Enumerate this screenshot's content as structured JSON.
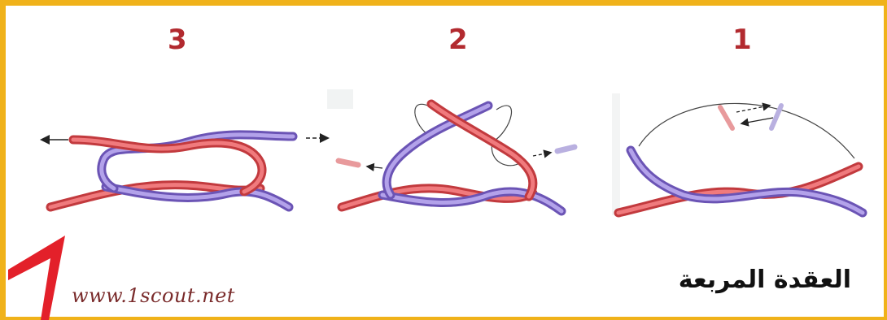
{
  "steps": [
    {
      "number": "3"
    },
    {
      "number": "2"
    },
    {
      "number": "1"
    }
  ],
  "title": "العقدة المربعة",
  "watermark": "www.1scout.net",
  "colors": {
    "frame": "#f0b21a",
    "rope_red": "#e5484d",
    "rope_blue": "#8a6fcf",
    "step_number": "#b22a2f",
    "logo": "#e3202a"
  }
}
